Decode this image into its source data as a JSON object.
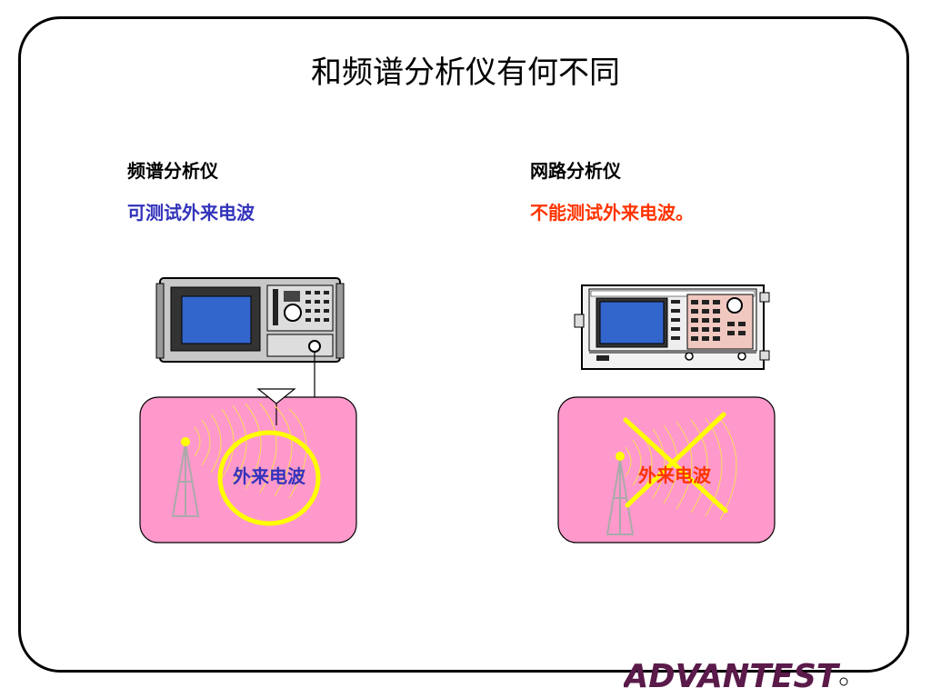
{
  "title": "和频谱分析仪有何不同",
  "left": {
    "heading": "频谱分析仪",
    "desc": "可测试外来电波",
    "wave_label": "外来电波"
  },
  "right": {
    "heading": "网路分析仪",
    "desc": "不能测试外来电波。",
    "wave_label": "外来电波"
  },
  "logo_text": "ADVANTEST",
  "colors": {
    "panel": "#ff99cc",
    "left_accent": "#3333bb",
    "right_accent": "#ff3300",
    "ring": "#ffff00",
    "logo": "#5a1a4a"
  }
}
